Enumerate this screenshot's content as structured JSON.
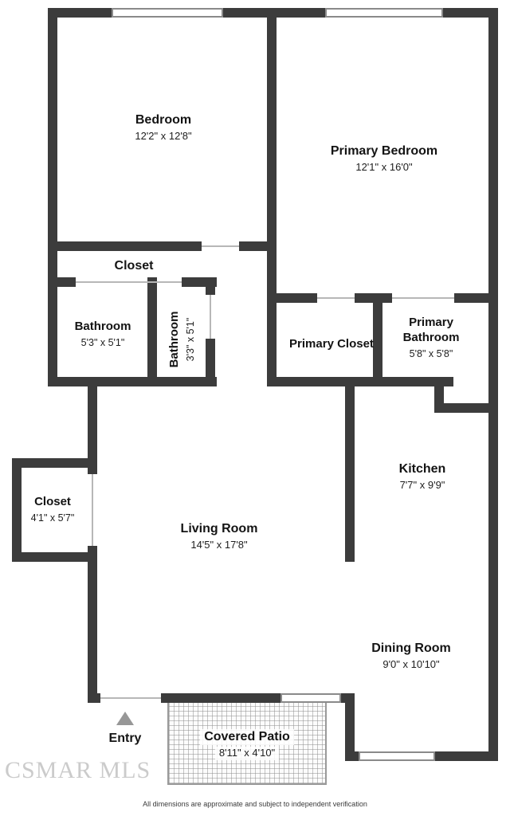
{
  "meta": {
    "watermark": "CSMAR MLS",
    "disclaimer": "All dimensions are approximate and subject to independent verification"
  },
  "colors": {
    "wall": "#3c3c3c",
    "window_line": "#8a8a8a",
    "watermark_gray": "#cbcbcb"
  },
  "rooms": {
    "bedroom": {
      "name": "Bedroom",
      "dims": "12'2\" x 12'8\""
    },
    "primary_bedroom": {
      "name": "Primary Bedroom",
      "dims": "12'1\" x 16'0\""
    },
    "bedroom_closet": {
      "name": "Closet"
    },
    "bathroom": {
      "name": "Bathroom",
      "dims": "5'3\" x 5'1\""
    },
    "bathroom_2": {
      "name": "Bathroom",
      "dims": "3'3\" x 5'1\""
    },
    "primary_closet": {
      "name": "Primary Closet"
    },
    "primary_bathroom": {
      "name": "Primary Bathroom",
      "dims": "5'8\" x 5'8\""
    },
    "kitchen": {
      "name": "Kitchen",
      "dims": "7'7\" x 9'9\""
    },
    "entry_closet": {
      "name": "Closet",
      "dims": "4'1\" x 5'7\""
    },
    "living_room": {
      "name": "Living Room",
      "dims": "14'5\" x 17'8\""
    },
    "dining_room": {
      "name": "Dining Room",
      "dims": "9'0\" x 10'10\""
    },
    "covered_patio": {
      "name": "Covered Patio",
      "dims": "8'11\" x 4'10\""
    },
    "entry": {
      "name": "Entry"
    }
  }
}
